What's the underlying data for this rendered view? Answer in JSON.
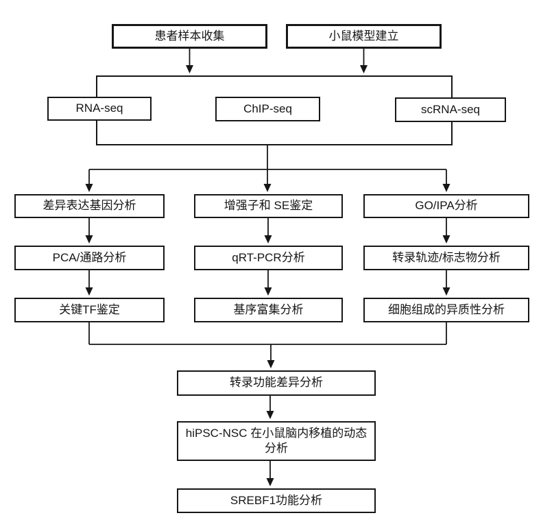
{
  "diagram": {
    "type": "flowchart",
    "colors": {
      "box_border": "#161616",
      "box_background": "#ffffff",
      "line": "#161616",
      "page_background": "#ffffff"
    },
    "nodes": {
      "patient_samples": {
        "label": "患者样本收集"
      },
      "mouse_model": {
        "label": "小鼠模型建立"
      },
      "rna_seq": {
        "label": "RNA-seq"
      },
      "chip_seq": {
        "label": "ChIP-seq"
      },
      "scrna_seq": {
        "label": "scRNA-seq"
      },
      "deg_analysis": {
        "label": "差异表达基因分析"
      },
      "enhancer_se": {
        "label": "增强子和 SE鉴定"
      },
      "go_ipa": {
        "label": "GO/IPA分析"
      },
      "pca_pathway": {
        "label": "PCA/通路分析"
      },
      "qrt_pcr": {
        "label": "qRT-PCR分析"
      },
      "trajectory_marker": {
        "label": "转录轨迹/标志物分析"
      },
      "key_tf": {
        "label": "关键TF鉴定"
      },
      "motif_enrichment": {
        "label": "基序富集分析"
      },
      "cell_heterogeneity": {
        "label": "细胞组成的异质性分析"
      },
      "transcription_diff": {
        "label": "转录功能差异分析"
      },
      "hipsc_transplant": {
        "label": "hiPSC-NSC 在小鼠脑内移植的动态分析"
      },
      "srebf1": {
        "label": "SREBF1功能分析"
      }
    },
    "edges": [
      {
        "from": "patient_samples",
        "to": "seq_group"
      },
      {
        "from": "mouse_model",
        "to": "seq_group"
      },
      {
        "from": "seq_group",
        "to": "deg_analysis"
      },
      {
        "from": "seq_group",
        "to": "enhancer_se"
      },
      {
        "from": "seq_group",
        "to": "go_ipa"
      },
      {
        "from": "deg_analysis",
        "to": "pca_pathway"
      },
      {
        "from": "pca_pathway",
        "to": "key_tf"
      },
      {
        "from": "enhancer_se",
        "to": "qrt_pcr"
      },
      {
        "from": "qrt_pcr",
        "to": "motif_enrichment"
      },
      {
        "from": "go_ipa",
        "to": "trajectory_marker"
      },
      {
        "from": "trajectory_marker",
        "to": "cell_heterogeneity"
      },
      {
        "from": "key_tf",
        "to": "transcription_diff"
      },
      {
        "from": "cell_heterogeneity",
        "to": "transcription_diff"
      },
      {
        "from": "transcription_diff",
        "to": "hipsc_transplant"
      },
      {
        "from": "hipsc_transplant",
        "to": "srebf1"
      }
    ]
  }
}
